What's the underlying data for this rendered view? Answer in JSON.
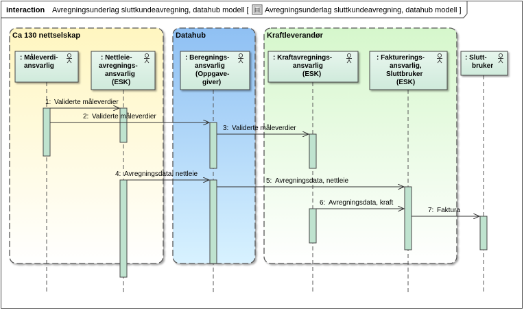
{
  "frame": {
    "keyword": "interaction",
    "title": "Avregningsunderlag   sluttkundeavregning, datahub modell [",
    "ref_title": "Avregningsunderlag   sluttkundeavregning, datahub modell ]"
  },
  "pools": [
    {
      "label": "Ca 130 nettselskap",
      "color": "#fff9c4"
    },
    {
      "label": "Datahub",
      "color": "#9cc8f5"
    },
    {
      "label": "Kraftleverandør",
      "color": "#d8f8d0"
    }
  ],
  "lifelines": [
    {
      "lines": [
        ": Måleverdi-",
        "ansvarlig"
      ]
    },
    {
      "lines": [
        ": Nettleie-",
        "avregnings-",
        "ansvarlig",
        "(ESK)"
      ]
    },
    {
      "lines": [
        ": Beregnings-",
        "ansvarlig",
        "(Oppgave-",
        "giver)"
      ]
    },
    {
      "lines": [
        ": Kraftavregnings-",
        "ansvarlig",
        "(ESK)"
      ]
    },
    {
      "lines": [
        ": Fakturerings-",
        "ansvarlig,",
        "Sluttbruker",
        "(ESK)"
      ]
    },
    {
      "lines": [
        ": Slutt-",
        "bruker"
      ]
    }
  ],
  "messages": [
    {
      "num": "1:",
      "text": "Validerte måleverdier"
    },
    {
      "num": "2:",
      "text": "Validerte måleverdier"
    },
    {
      "num": "3:",
      "text": "Validerte måleverdier"
    },
    {
      "num": "4:",
      "text": "Avregningsdata, nettleie"
    },
    {
      "num": "5:",
      "text": "Avregningsdata, nettleie"
    },
    {
      "num": "6:",
      "text": "Avregningsdata, kraft"
    },
    {
      "num": "7:",
      "text": "Faktura"
    }
  ],
  "colors": {
    "lifeline_fill": "#dff2e8",
    "activation_fill": "#bfe3cf",
    "border": "#444444"
  }
}
